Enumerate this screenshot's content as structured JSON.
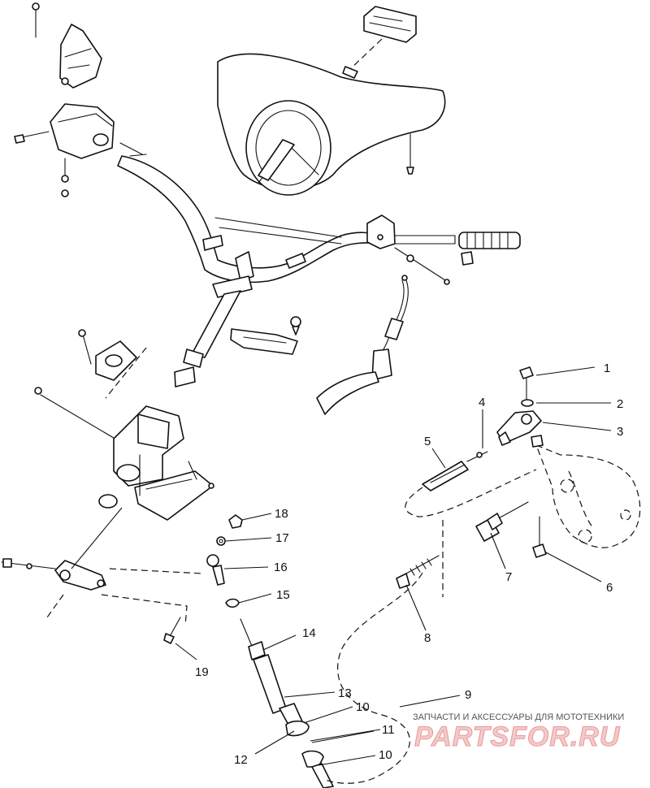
{
  "callouts": [
    {
      "id": "c1",
      "text": "1"
    },
    {
      "id": "c2",
      "text": "2"
    },
    {
      "id": "c3",
      "text": "3"
    },
    {
      "id": "c4",
      "text": "4"
    },
    {
      "id": "c5",
      "text": "5"
    },
    {
      "id": "c6",
      "text": "6"
    },
    {
      "id": "c7",
      "text": "7"
    },
    {
      "id": "c8",
      "text": "8"
    },
    {
      "id": "c9",
      "text": "9"
    },
    {
      "id": "c10a",
      "text": "10"
    },
    {
      "id": "c10b",
      "text": "10"
    },
    {
      "id": "c11",
      "text": "11"
    },
    {
      "id": "c12",
      "text": "12"
    },
    {
      "id": "c13",
      "text": "13"
    },
    {
      "id": "c14",
      "text": "14"
    },
    {
      "id": "c15",
      "text": "15"
    },
    {
      "id": "c16",
      "text": "16"
    },
    {
      "id": "c17",
      "text": "17"
    },
    {
      "id": "c18",
      "text": "18"
    },
    {
      "id": "c19",
      "text": "19"
    }
  ],
  "watermark": {
    "tagline": "ЗАПЧАСТИ И АКСЕССУАРЫ ДЛЯ МОТОТЕХНИКИ",
    "logo": "PARTSFOR.RU"
  }
}
